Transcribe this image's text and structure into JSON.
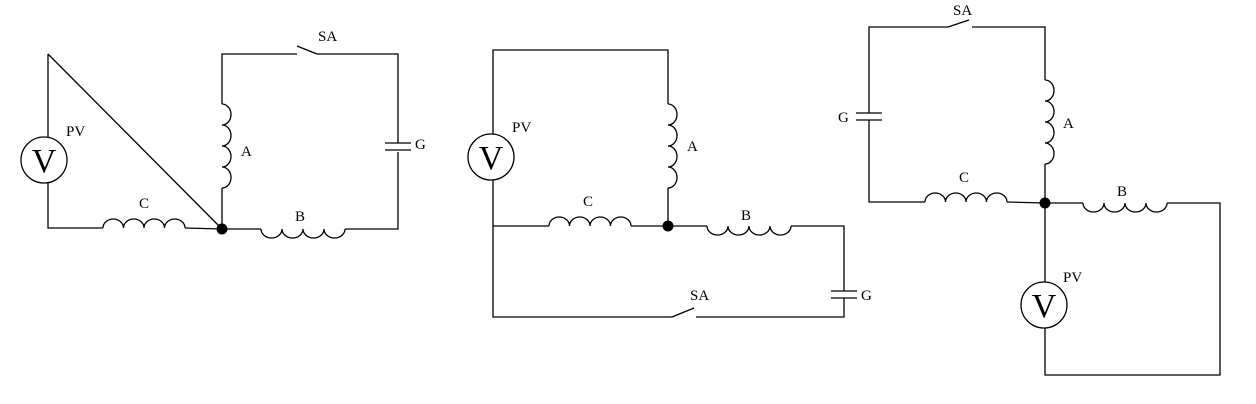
{
  "diagrams": [
    {
      "labels": {
        "switch": "SA",
        "capacitor": "G",
        "meter_name": "PV",
        "meter_symbol": "V",
        "coil_a": "A",
        "coil_b": "B",
        "coil_c": "C"
      }
    },
    {
      "labels": {
        "switch": "SA",
        "capacitor": "G",
        "meter_name": "PV",
        "meter_symbol": "V",
        "coil_a": "A",
        "coil_b": "B",
        "coil_c": "C"
      }
    },
    {
      "labels": {
        "switch": "SA",
        "capacitor": "G",
        "meter_name": "PV",
        "meter_symbol": "V",
        "coil_a": "A",
        "coil_b": "B",
        "coil_c": "C"
      }
    }
  ]
}
